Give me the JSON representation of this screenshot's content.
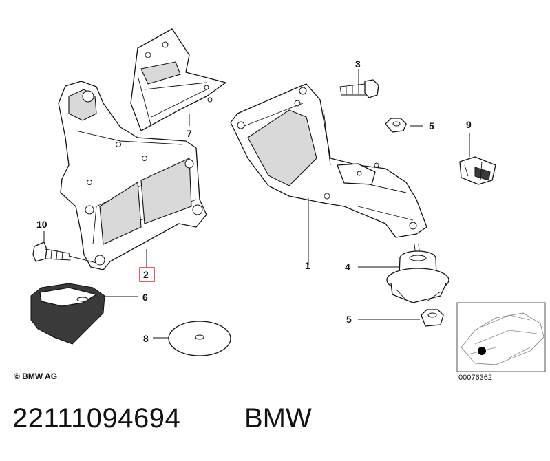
{
  "diagram": {
    "callouts": [
      "1",
      "2",
      "3",
      "4",
      "5",
      "5",
      "6",
      "7",
      "8",
      "9",
      "10"
    ],
    "highlighted_callout": "2",
    "highlight_color": "#e8323c",
    "copyright": "© BMW AG",
    "reference_number": "00076362"
  },
  "footer": {
    "part_number": "22111094694",
    "brand": "BMW"
  }
}
